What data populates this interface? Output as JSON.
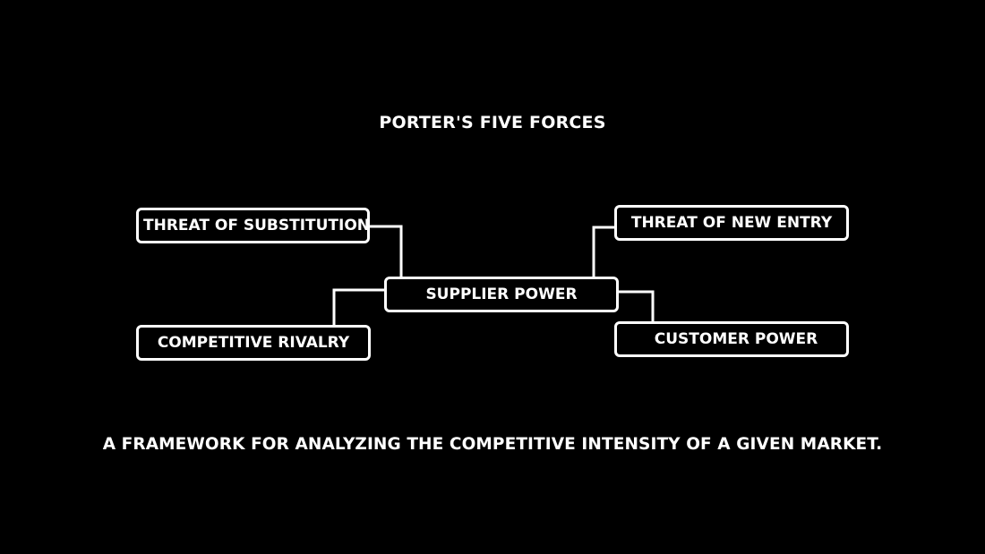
{
  "diagram": {
    "title": "PORTER'S FIVE FORCES",
    "caption": "A FRAMEWORK FOR ANALYZING THE COMPETITIVE INTENSITY OF A GIVEN MARKET.",
    "center": {
      "label": "SUPPLIER POWER"
    },
    "nodes": [
      {
        "label": "THREAT OF SUBSTITUTION"
      },
      {
        "label": "THREAT OF NEW ENTRY"
      },
      {
        "label": "COMPETITIVE RIVALRY"
      },
      {
        "label": "CUSTOMER POWER"
      }
    ],
    "colors": {
      "background": "#000000",
      "foreground": "#ffffff"
    }
  }
}
